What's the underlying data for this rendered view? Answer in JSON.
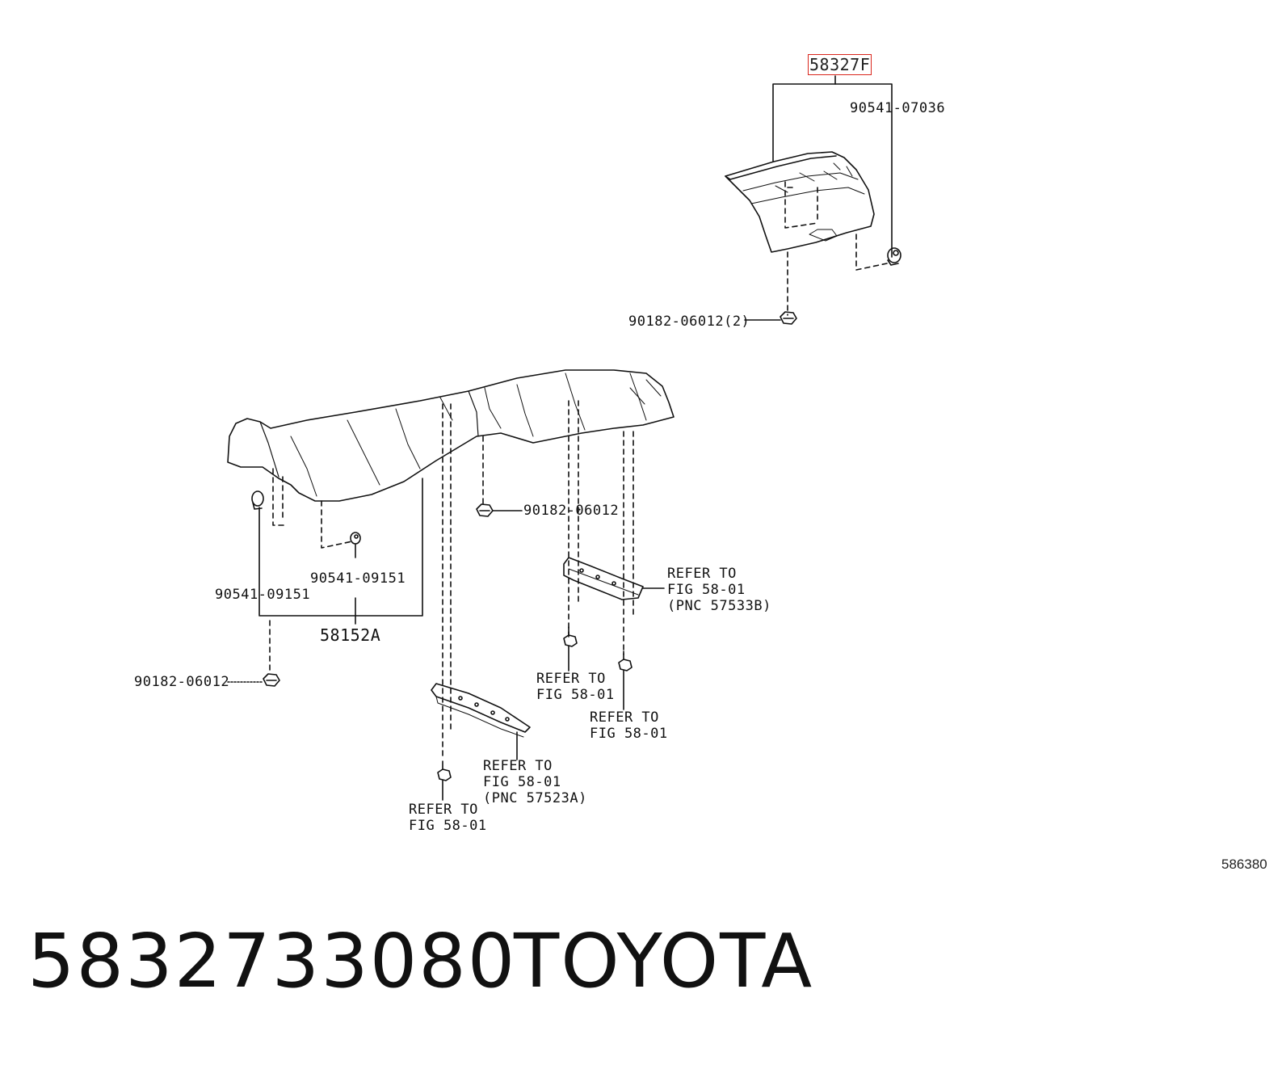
{
  "labels": {
    "part_58327f": "58327F",
    "part_90541_07036": "90541-07036",
    "part_90182_06012_2": "90182-06012(2)",
    "part_90182_06012_mid": "90182-06012",
    "part_90541_09151_a": "90541-09151",
    "part_90541_09151_b": "90541-09151",
    "part_58152a": "58152A",
    "part_90182_06012_low": "90182-06012"
  },
  "refs": {
    "ref_57533b": [
      "REFER TO",
      "FIG 58-01",
      "(PNC 57533B)"
    ],
    "ref_a": [
      "REFER TO",
      "FIG 58-01"
    ],
    "ref_b": [
      "REFER TO",
      "FIG 58-01"
    ],
    "ref_57523a": [
      "REFER TO",
      "FIG 58-01",
      "(PNC 57523A)"
    ],
    "ref_c": [
      "REFER TO",
      "FIG 58-01"
    ]
  },
  "footer": {
    "part_number": "5832733080",
    "brand": "TOYOTA",
    "diagram_id": "586380"
  },
  "colors": {
    "line": "#111111",
    "highlight": "#d9261c"
  }
}
